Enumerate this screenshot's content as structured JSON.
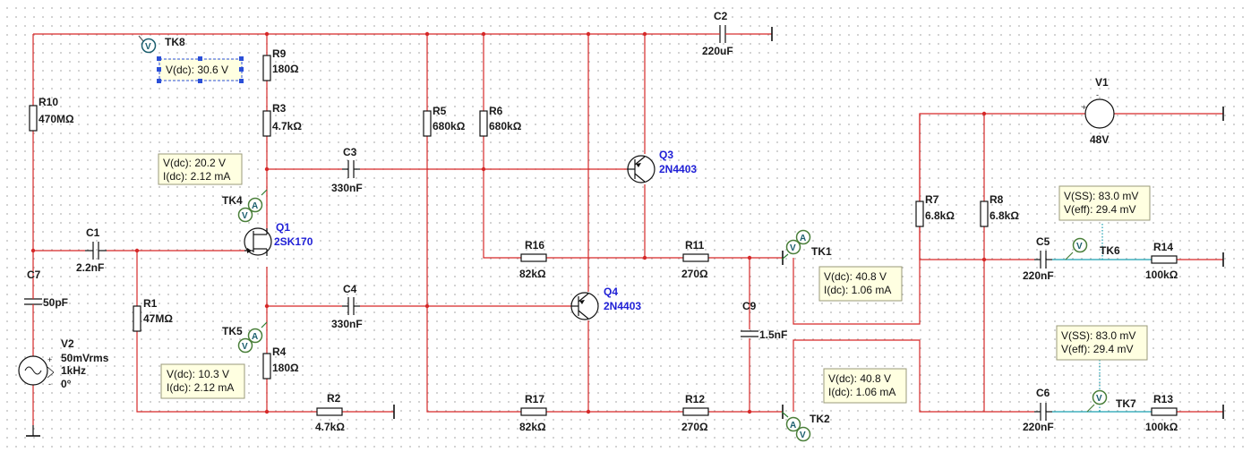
{
  "components": {
    "R9": {
      "ref": "R9",
      "value": "180Ω"
    },
    "R3": {
      "ref": "R3",
      "value": "4.7kΩ"
    },
    "R10": {
      "ref": "R10",
      "value": "470MΩ"
    },
    "R5": {
      "ref": "R5",
      "value": "680kΩ"
    },
    "R6": {
      "ref": "R6",
      "value": "680kΩ"
    },
    "R1": {
      "ref": "R1",
      "value": "47MΩ"
    },
    "R4": {
      "ref": "R4",
      "value": "180Ω"
    },
    "R2": {
      "ref": "R2",
      "value": "4.7kΩ"
    },
    "R16": {
      "ref": "R16",
      "value": "82kΩ"
    },
    "R11": {
      "ref": "R11",
      "value": "270Ω"
    },
    "R17": {
      "ref": "R17",
      "value": "82kΩ"
    },
    "R12": {
      "ref": "R12",
      "value": "270Ω"
    },
    "R7": {
      "ref": "R7",
      "value": "6.8kΩ"
    },
    "R8": {
      "ref": "R8",
      "value": "6.8kΩ"
    },
    "R14": {
      "ref": "R14",
      "value": "100kΩ"
    },
    "R13": {
      "ref": "R13",
      "value": "100kΩ"
    },
    "C1": {
      "ref": "C1",
      "value": "2.2nF"
    },
    "C2": {
      "ref": "C2",
      "value": "220uF"
    },
    "C3": {
      "ref": "C3",
      "value": "330nF"
    },
    "C4": {
      "ref": "C4",
      "value": "330nF"
    },
    "C5": {
      "ref": "C5",
      "value": "220nF"
    },
    "C6": {
      "ref": "C6",
      "value": "220nF"
    },
    "C7": {
      "ref": "C7",
      "value": "50pF"
    },
    "C9": {
      "ref": "C9",
      "value": "1.5nF"
    },
    "Q1": {
      "ref": "Q1",
      "value": "2SK170"
    },
    "Q3": {
      "ref": "Q3",
      "value": "2N4403"
    },
    "Q4": {
      "ref": "Q4",
      "value": "2N4403"
    },
    "V1": {
      "ref": "V1",
      "value": "48V"
    },
    "V2": {
      "ref": "V2",
      "amplitude": "50mVrms",
      "frequency": "1kHz",
      "phase": "0°"
    }
  },
  "probes": {
    "TK8": {
      "name": "TK8",
      "line1": "V(dc): 30.6 V"
    },
    "TK4": {
      "name": "TK4",
      "line1": "V(dc): 20.2 V",
      "line2": "I(dc): 2.12 mA"
    },
    "TK5": {
      "name": "TK5",
      "line1": "V(dc): 10.3 V",
      "line2": "I(dc): 2.12 mA"
    },
    "TK1": {
      "name": "TK1",
      "line1": "V(dc): 40.8 V",
      "line2": "I(dc): 1.06 mA"
    },
    "TK2": {
      "name": "TK2",
      "line1": "V(dc): 40.8 V",
      "line2": "I(dc): 1.06 mA"
    },
    "TK6": {
      "name": "TK6",
      "line1": "V(SS): 83.0 mV",
      "line2": "V(eff): 29.4 mV"
    },
    "TK7": {
      "name": "TK7",
      "line1": "V(SS): 83.0 mV",
      "line2": "V(eff): 29.4 mV"
    }
  },
  "probe_glyphs": {
    "voltage": "V",
    "current": "A"
  },
  "source_signs": {
    "plus": "+",
    "minus": "-"
  },
  "colors": {
    "wire": "#d62828",
    "probe_wire": "#1aa0b0",
    "part_label": "#1f1fd6",
    "probe_box": "#ffffe1"
  }
}
